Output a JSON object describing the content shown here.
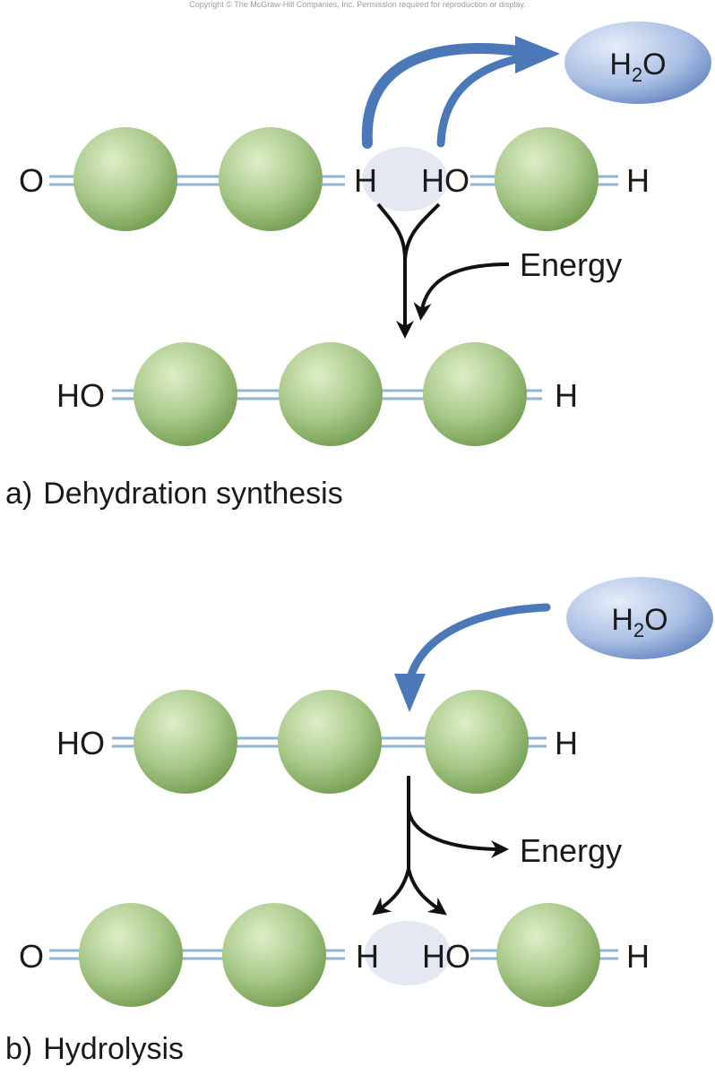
{
  "header_text": "Copyright © The McGraw-Hill Companies, Inc. Permission required for reproduction or display.",
  "panels": {
    "a": {
      "caption_letter": "a)",
      "caption": "Dehydration synthesis",
      "water_formula": {
        "base": "H",
        "subscript": "2",
        "tail": "O"
      },
      "reactants": {
        "left_end": "O",
        "h_end": "H",
        "ho_start": "HO",
        "right_end": "H"
      },
      "product": {
        "left_end": "HO",
        "right_end": "H"
      },
      "energy_label": "Energy"
    },
    "b": {
      "caption_letter": "b)",
      "caption": "Hydrolysis",
      "water_formula": {
        "base": "H",
        "subscript": "2",
        "tail": "O"
      },
      "reactant": {
        "left_end": "HO",
        "right_end": "H"
      },
      "products": {
        "left_end": "O",
        "h_end": "H",
        "ho_start": "HO",
        "right_end": "H"
      },
      "energy_label": "Energy"
    }
  },
  "colors": {
    "monomer_light": "#dfeec8",
    "monomer_dark": "#7ea85a",
    "bond": "#8fb4d6",
    "arrow_blue": "#4a78b8",
    "water_light": "#d4e0f4",
    "water_dark": "#6f90c6",
    "reaction_site": "#e3e8f2",
    "arrow_black": "#111111"
  }
}
